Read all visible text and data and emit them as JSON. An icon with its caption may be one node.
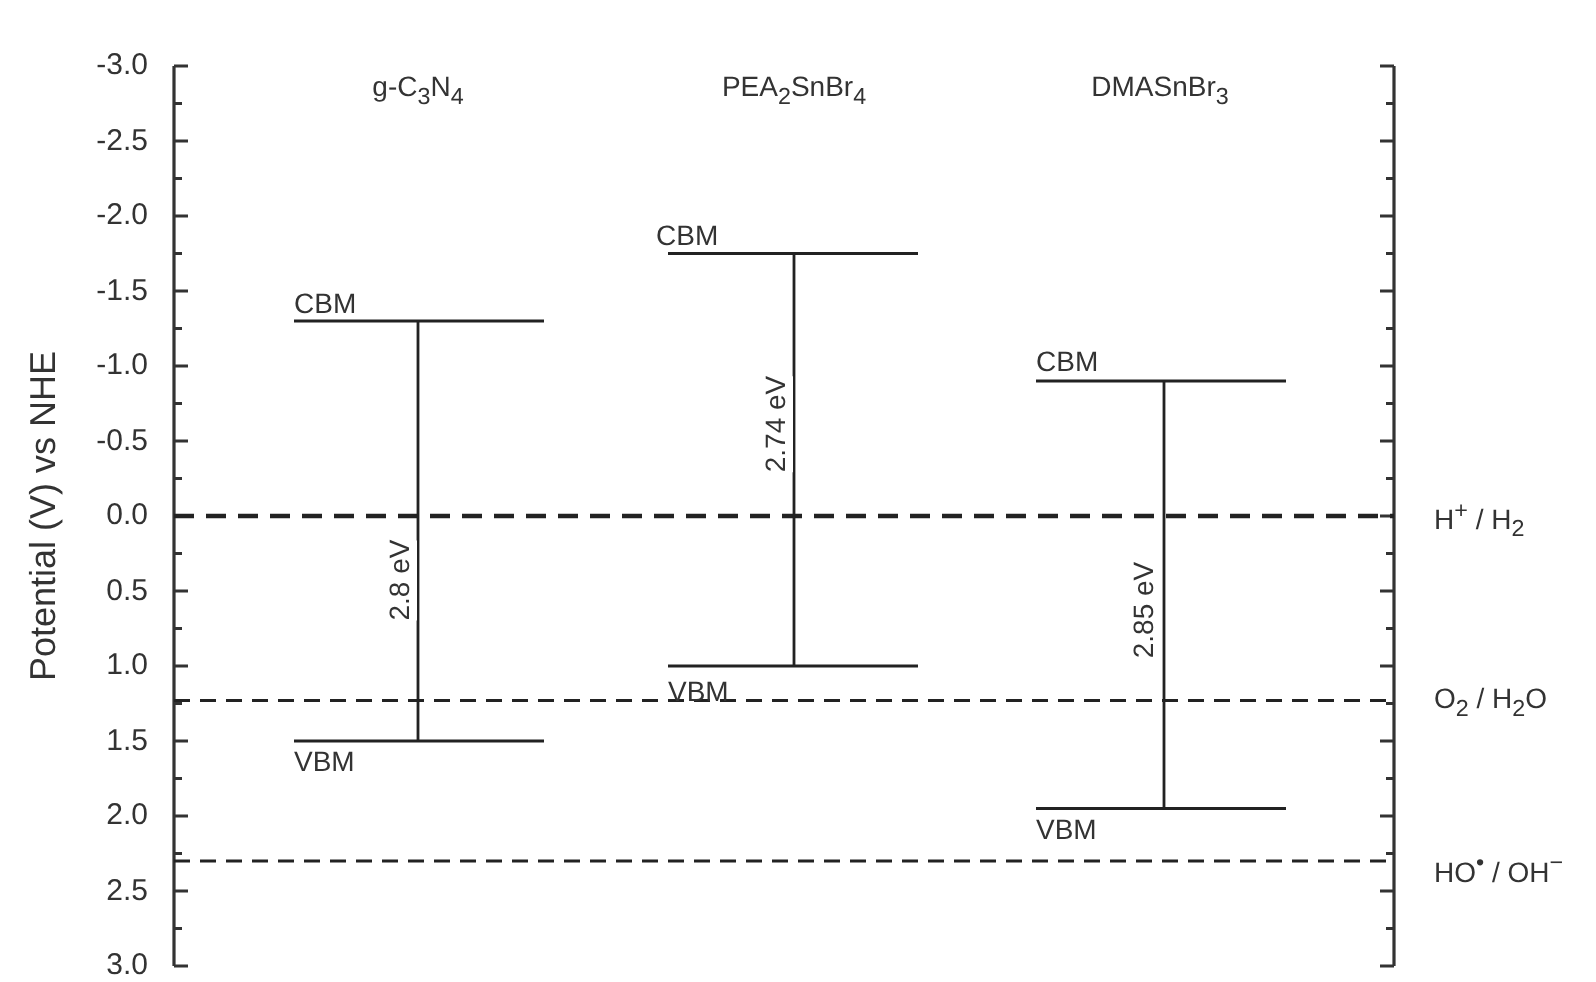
{
  "diagram": {
    "labels": [
      "-3.0",
      "-2.5",
      "-2.0",
      "-1.5",
      "-1.0",
      "-0.5",
      "0.0",
      "0.5",
      "1.0",
      "1.5",
      "2.0",
      "2.5",
      "3.0",
      "Potential (V) vs NHE",
      "g-C$_{3}$N$_{4}$",
      "PEA$_{2}$SnBr$_{4}$",
      "DMASnBr$_{3}$",
      "CBM",
      "CBM",
      "CBM",
      "2.74 eV",
      "H$^{+}$ / H$_{2}$",
      "2.8 eV",
      "2.85 eV",
      "VBM",
      "O$_{2}$ / H$_{2}$O",
      "VBM",
      "VBM",
      "HO$^{•}$ / OH$^{−}$"
    ]
  }
}
